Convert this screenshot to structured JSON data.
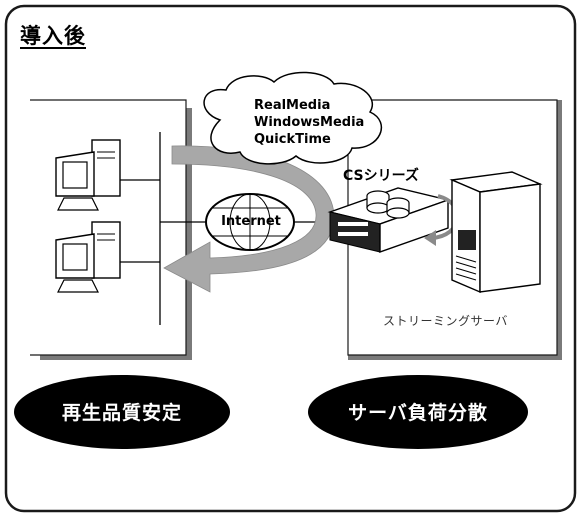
{
  "title": "導入後",
  "media": [
    "RealMedia",
    "WindowsMedia",
    "QuickTime"
  ],
  "internet_label": "Internet",
  "cs_label": "CSシリーズ",
  "server_label": "ストリーミングサーバ",
  "benefits": [
    "再生品質安定",
    "サーバ負荷分散"
  ],
  "colors": {
    "arrow": "#a8a8a8",
    "pill": "#000000",
    "frame": "#1a1a1a",
    "panel_shadow": "#7a7a7a"
  }
}
